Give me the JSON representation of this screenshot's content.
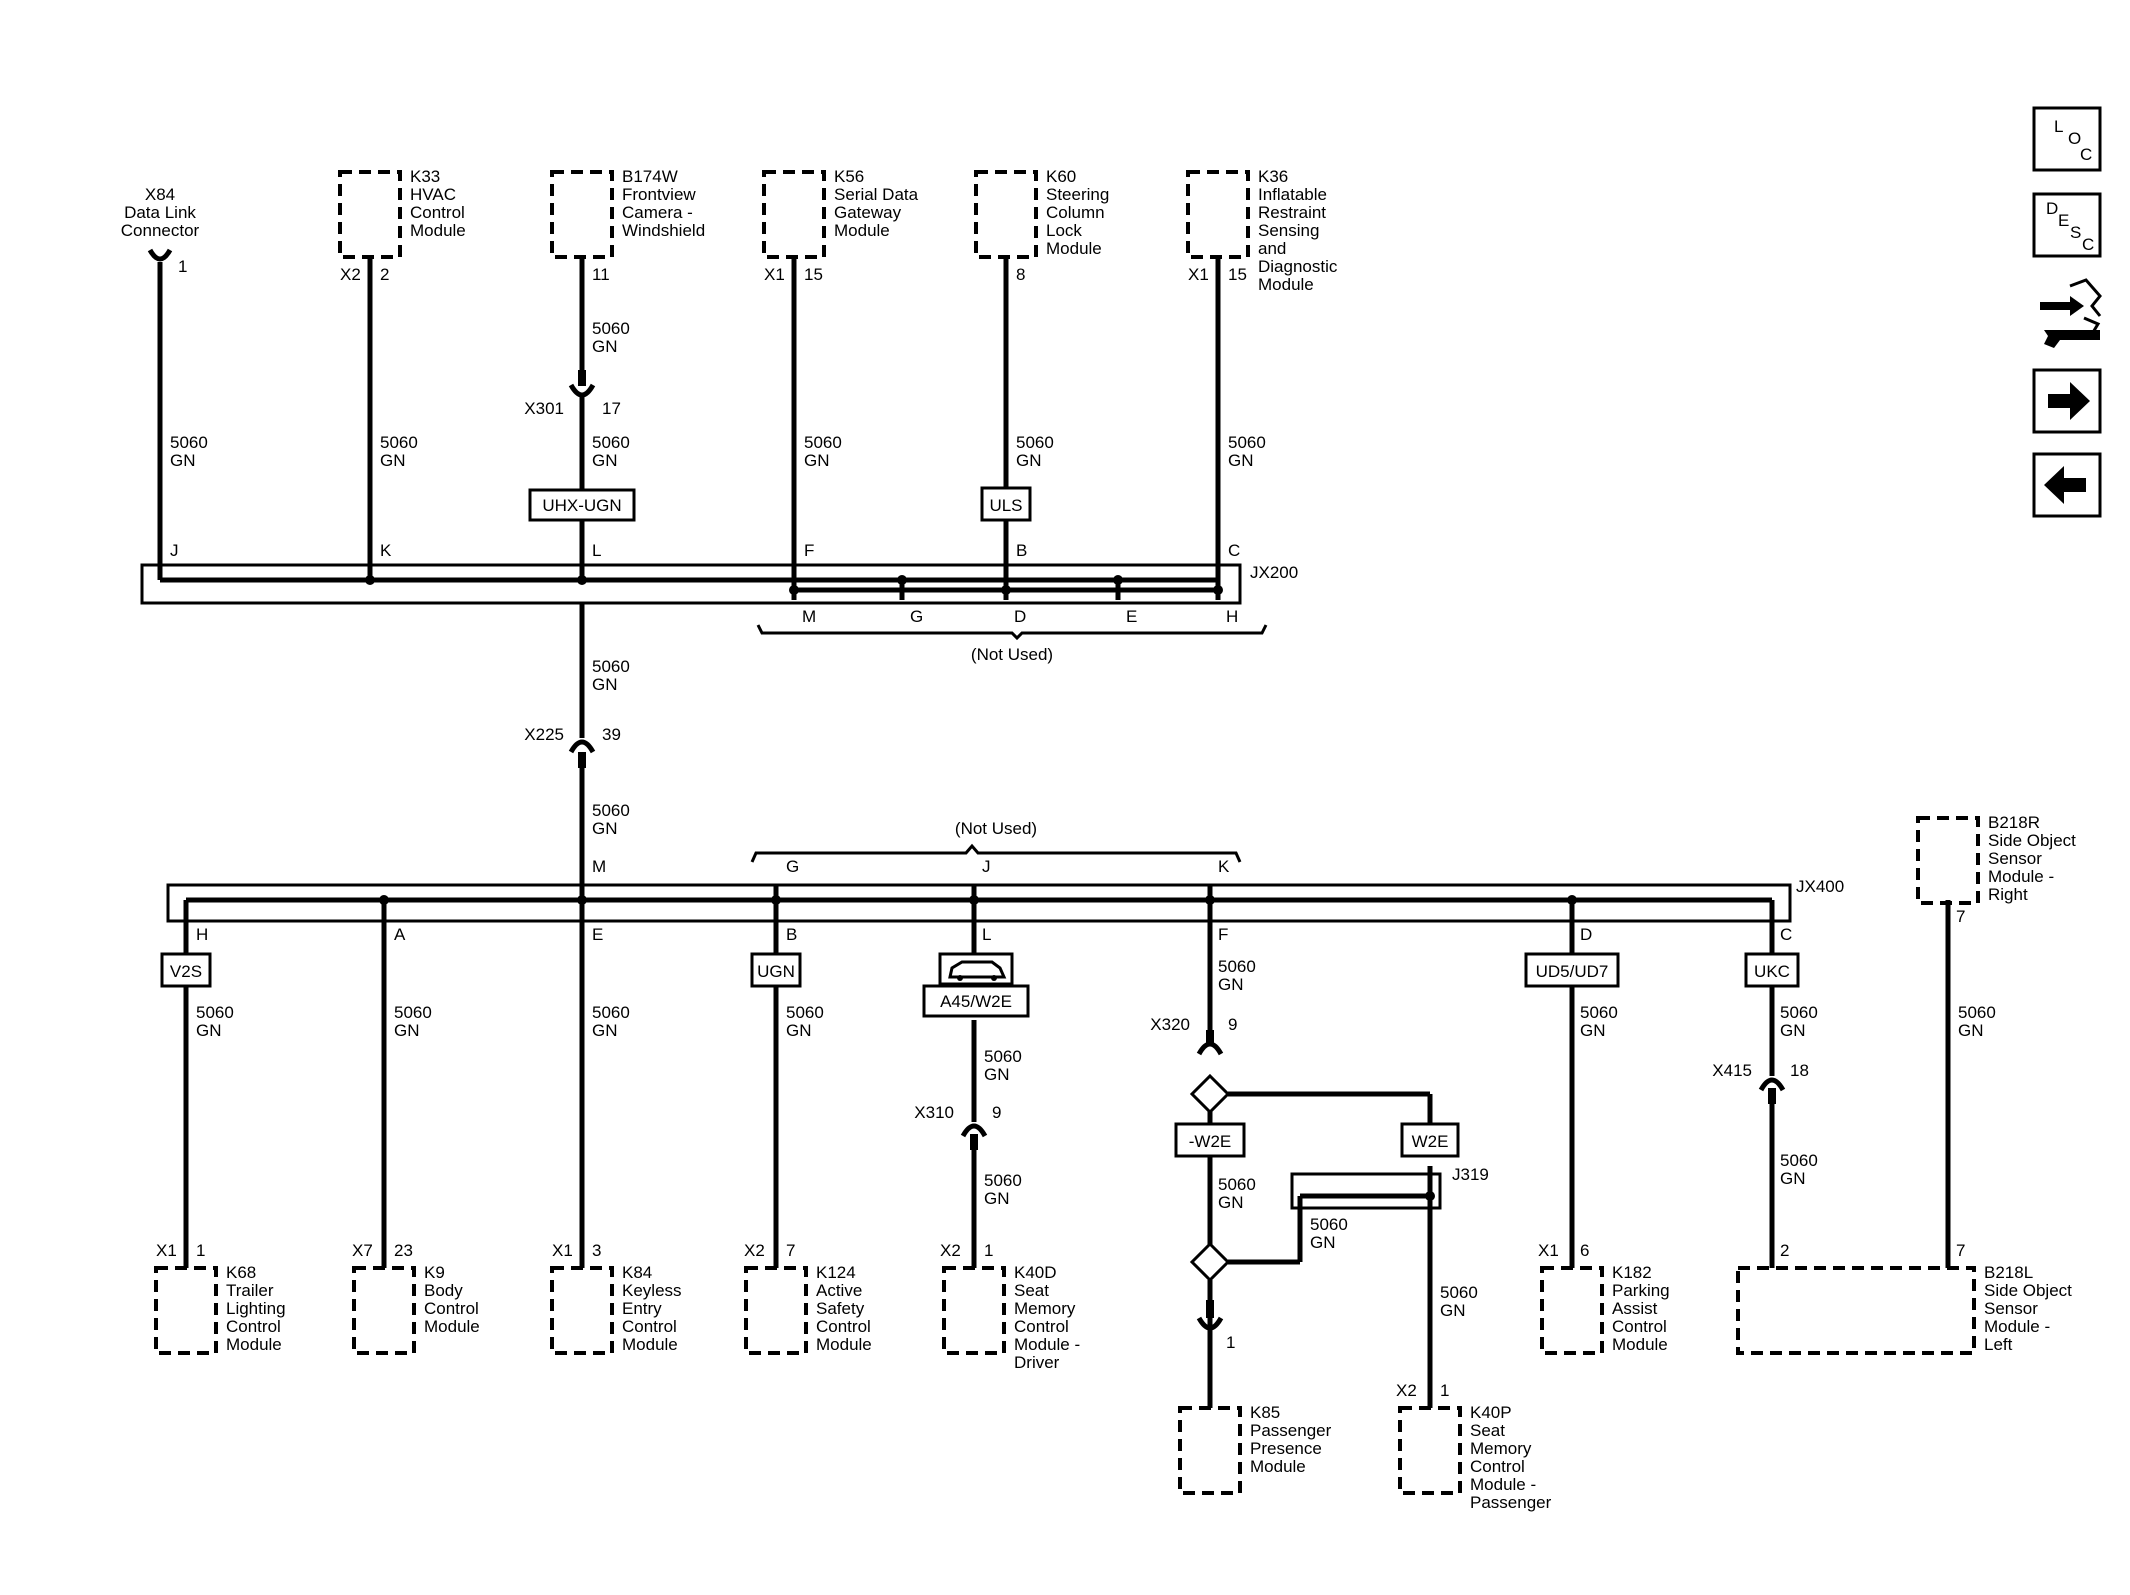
{
  "wire": "5060",
  "color": "GN",
  "not_used": "(Not Used)",
  "top_components": [
    {
      "ref": "X84",
      "lines": [
        "X84",
        "Data Link",
        "Connector"
      ],
      "pin": "1",
      "conn": ""
    },
    {
      "ref": "K33",
      "lines": [
        "K33",
        "HVAC",
        "Control",
        "Module"
      ],
      "pin": "2",
      "conn": "X2"
    },
    {
      "ref": "B174W",
      "lines": [
        "B174W",
        "Frontview",
        "Camera -",
        "Windshield"
      ],
      "pin": "11",
      "conn": ""
    },
    {
      "ref": "K56",
      "lines": [
        "K56",
        "Serial Data",
        "Gateway",
        "Module"
      ],
      "pin": "15",
      "conn": "X1"
    },
    {
      "ref": "K60",
      "lines": [
        "K60",
        "Steering",
        "Column",
        "Lock",
        "Module"
      ],
      "pin": "8",
      "conn": ""
    },
    {
      "ref": "K36",
      "lines": [
        "K36",
        "Inflatable",
        "Restraint",
        "Sensing",
        "and",
        "Diagnostic",
        "Module"
      ],
      "pin": "15",
      "conn": "X1"
    }
  ],
  "jx200": {
    "name": "JX200",
    "top_pins": [
      "J",
      "K",
      "L",
      "F",
      "B",
      "C"
    ],
    "bottom_pins": [
      "M",
      "G",
      "D",
      "E",
      "H"
    ]
  },
  "inline_connectors": {
    "x301": {
      "name": "X301",
      "pin": "17"
    },
    "x225": {
      "name": "X225",
      "pin": "39"
    },
    "x310": {
      "name": "X310",
      "pin": "9"
    },
    "x320": {
      "name": "X320",
      "pin": "9"
    },
    "x415": {
      "name": "X415",
      "pin": "18"
    },
    "k85": {
      "pin": "1"
    }
  },
  "options": {
    "uhx": "UHX-UGN",
    "uls": "ULS",
    "v2s": "V2S",
    "ugn": "UGN",
    "a45": "A45/W2E",
    "ud5": "UD5/UD7",
    "ukc": "UKC",
    "nw2e": "-W2E",
    "w2e": "W2E"
  },
  "jx400": {
    "name": "JX400",
    "top_pins": [
      "M",
      "G",
      "J",
      "K"
    ],
    "bottom_pins": [
      "H",
      "A",
      "E",
      "B",
      "L",
      "F",
      "D",
      "C"
    ]
  },
  "j319": "J319",
  "bottom_components": [
    {
      "ref": "K68",
      "lines": [
        "K68",
        "Trailer",
        "Lighting",
        "Control",
        "Module"
      ],
      "conn": "X1",
      "pin": "1"
    },
    {
      "ref": "K9",
      "lines": [
        "K9",
        "Body",
        "Control",
        "Module"
      ],
      "conn": "X7",
      "pin": "23"
    },
    {
      "ref": "K84",
      "lines": [
        "K84",
        "Keyless",
        "Entry",
        "Control",
        "Module"
      ],
      "conn": "X1",
      "pin": "3"
    },
    {
      "ref": "K124",
      "lines": [
        "K124",
        "Active",
        "Safety",
        "Control",
        "Module"
      ],
      "conn": "X2",
      "pin": "7"
    },
    {
      "ref": "K40D",
      "lines": [
        "K40D",
        "Seat",
        "Memory",
        "Control",
        "Module -",
        "Driver"
      ],
      "conn": "X2",
      "pin": "1"
    },
    {
      "ref": "K182",
      "lines": [
        "K182",
        "Parking",
        "Assist",
        "Control",
        "Module"
      ],
      "conn": "X1",
      "pin": "6"
    },
    {
      "ref": "K85",
      "lines": [
        "K85",
        "Passenger",
        "Presence",
        "Module"
      ]
    },
    {
      "ref": "K40P",
      "lines": [
        "K40P",
        "Seat",
        "Memory",
        "Control",
        "Module -",
        "Passenger"
      ],
      "conn": "X2",
      "pin": "1"
    }
  ],
  "b218r": {
    "lines": [
      "B218R",
      "Side Object",
      "Sensor",
      "Module -",
      "Right"
    ],
    "pin": "7"
  },
  "b218l": {
    "lines": [
      "B218L",
      "Side Object",
      "Sensor",
      "Module -",
      "Left"
    ],
    "pin_a": "2",
    "pin_b": "7"
  },
  "nav": {
    "loc": [
      "L",
      "O",
      "C"
    ],
    "desc": [
      "D",
      "E",
      "S",
      "C"
    ],
    "icons": [
      "connector-repair-icon",
      "arrow-right-icon",
      "arrow-left-icon"
    ]
  }
}
